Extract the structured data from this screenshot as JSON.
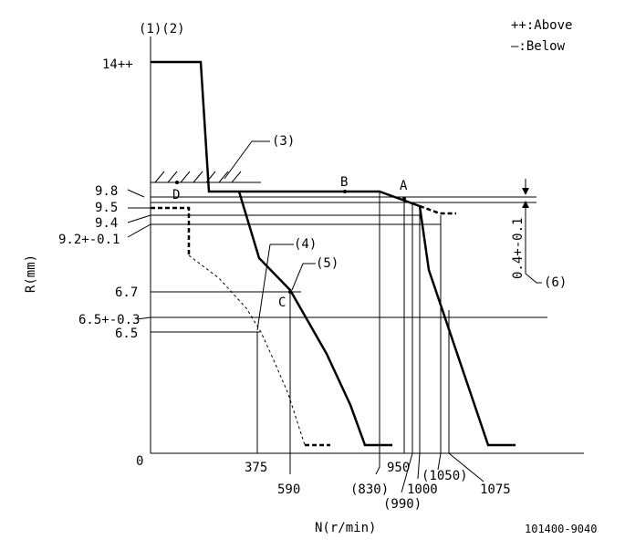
{
  "y_axis_label": "R(mm)",
  "x_axis_label": "N(r/min)",
  "top_label": "(1)(2)",
  "legend": {
    "above": "++:Above",
    "below": "—:Below"
  },
  "ref_number": "101400-9040",
  "y_ticks": {
    "t14": "14++",
    "t98": "9.8",
    "t95": "9.5",
    "t94": "9.4",
    "t92": "9.2+-0.1",
    "t67": "6.7",
    "t65tol": "6.5+-0.3",
    "t65": "6.5",
    "t0": "0"
  },
  "x_ticks": {
    "n375": "375",
    "n590": "590",
    "n830": "(830)",
    "n950": "950",
    "n990": "(990)",
    "n1000": "1000",
    "n1050": "(1050)",
    "n1075": "1075"
  },
  "points": {
    "a": "A",
    "b": "B",
    "c": "C",
    "d": "D"
  },
  "callouts": {
    "c3": "(3)",
    "c4": "(4)",
    "c5": "(5)",
    "c6": "(6)"
  },
  "side_note": "0.4+-0.1"
}
